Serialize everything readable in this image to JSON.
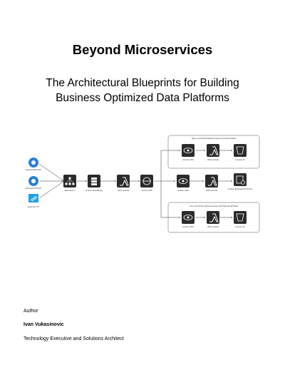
{
  "title": "Beyond Microservices",
  "subtitle_line1": "The Architectural Blueprints for Building",
  "subtitle_line2": "Business Optimized Data Platforms",
  "diagram": {
    "sources": [
      "External REST API",
      "External GCSF API",
      "External FTP"
    ],
    "pipeline": [
      "Data Source",
      "Amazon EventBridge",
      "AWS Lambda",
      "Amazon SNS"
    ],
    "high_group_title": "High Level Priority Refined Queue Hot Data 30-DDA",
    "high_row": [
      "Amazon SNS",
      "AWS Lambda",
      "Amazon S3"
    ],
    "mid_row": [
      "Amazon Start",
      "AWS Lambda",
      "Amazon Elasticsearch Service"
    ],
    "low_group_title": "Low Level Priority Refined Queue Cold Data 30-40T-DDA",
    "low_row": [
      "Amazon SNS",
      "AWS Lambda",
      "Amazon S3"
    ],
    "colors": {
      "pipeline_icon": "#2b2b2b",
      "source_icon": "#2a7fd6",
      "ftp_icon": "#1fa1e8",
      "arrow": "#333333"
    }
  },
  "author": {
    "label": "Author",
    "name": "Ivan Vukasinovic",
    "role": "Technology Executive and Solutions Architect"
  }
}
